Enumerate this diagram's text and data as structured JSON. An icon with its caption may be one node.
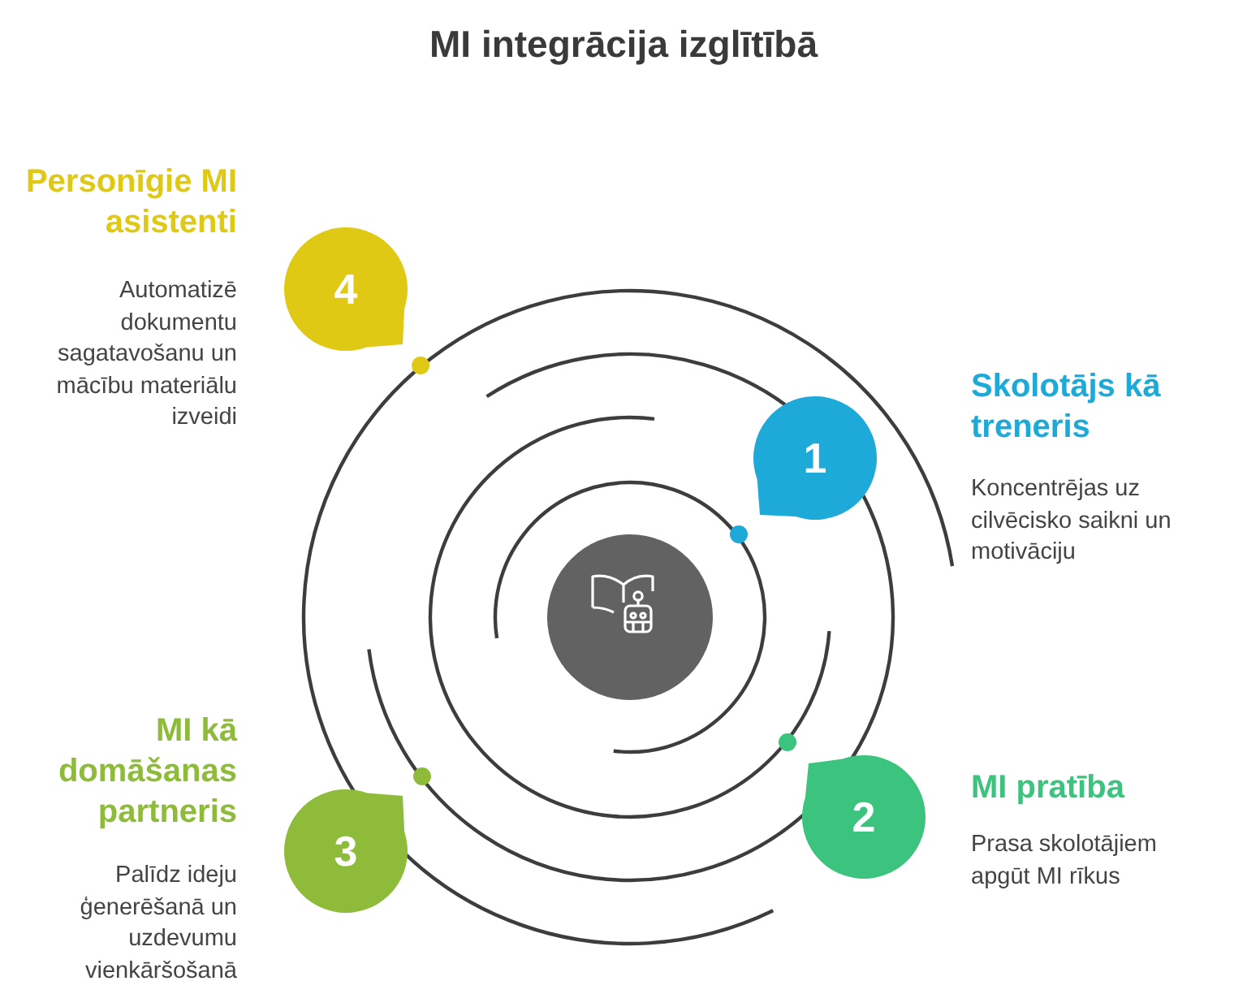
{
  "diagram": {
    "title": "MI integrācija izglītībā",
    "nodes": [
      {
        "text": [],
        "shape": "circle"
      },
      {
        "text": [
          "1"
        ],
        "beside": [
          "Skolotājs kā treneris",
          "Koncentrējas uz cilvēcisko saikni un motivāciju"
        ]
      },
      {
        "text": [
          "2"
        ],
        "beside": [
          "MI pratība",
          "Prasa skolotājiem apgūt MI rīkus"
        ]
      },
      {
        "text": [
          "3"
        ],
        "beside": [
          "MI kā domāšanas partneris",
          "Palīdz ideju ģenerēšanā un uzdevumu vienkāršošanā"
        ]
      },
      {
        "text": [
          "4"
        ],
        "beside": [
          "Personīgie MI asistenti",
          "Automatizē dokumentu sagatavošanu un mācību materiālu izveidi"
        ]
      }
    ]
  }
}
